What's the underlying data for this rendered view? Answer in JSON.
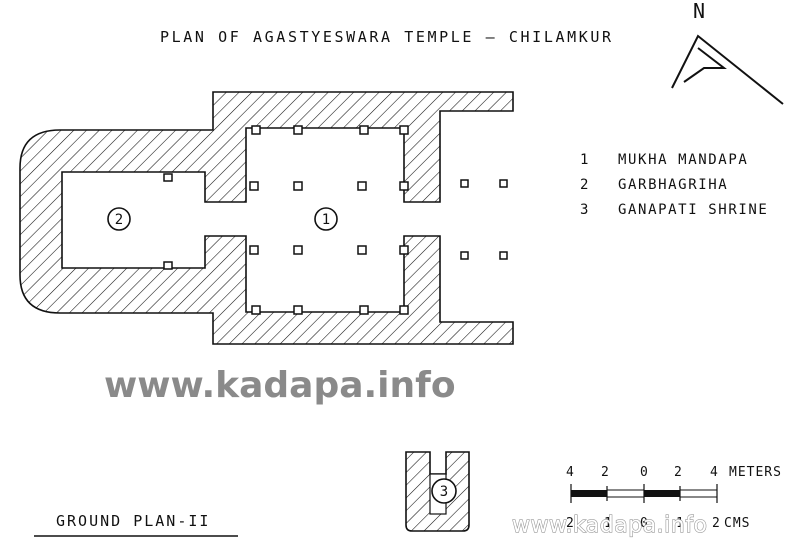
{
  "title": "PLAN OF AGASTYESWARA TEMPLE – CHILAMKUR",
  "north_label": "N",
  "legend": [
    {
      "num": "1",
      "label": "MUKHA MANDAPA"
    },
    {
      "num": "2",
      "label": "GARBHAGRIHA"
    },
    {
      "num": "3",
      "label": "GANAPATI SHRINE"
    }
  ],
  "room_markers": [
    "1",
    "2",
    "3"
  ],
  "scale": {
    "top_ticks": [
      "4",
      "2",
      "0",
      "2",
      "4"
    ],
    "top_unit": "METERS",
    "bottom_ticks": [
      "2",
      "1",
      "0",
      "1",
      "2"
    ],
    "bottom_unit": "CMS"
  },
  "ground_plan_label": "GROUND PLAN-II",
  "watermark_main": "www.kadapa.info",
  "watermark_corner": "www.kadapa.info"
}
